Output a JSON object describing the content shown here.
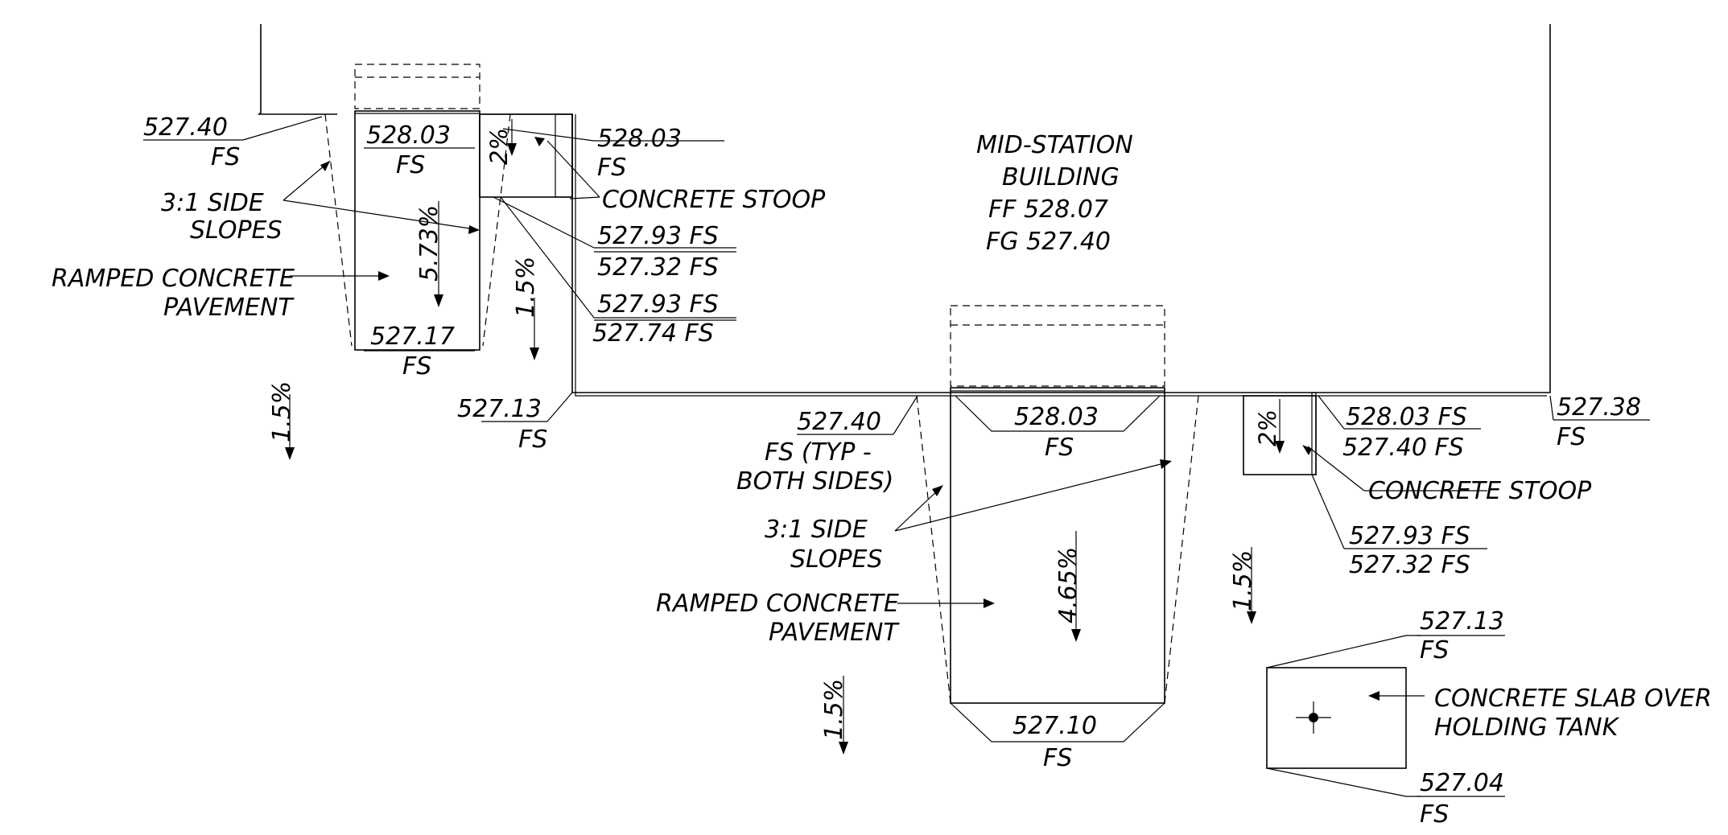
{
  "building": {
    "name_line1": "MID-STATION",
    "name_line2": "BUILDING",
    "ff": "FF 528.07",
    "fg": "FG 527.40"
  },
  "left_ramp": {
    "corner_top_left": "527.40",
    "corner_top_left_sub": "FS",
    "top_elev": "528.03",
    "top_elev_sub": "FS",
    "stoop_elev": "528.03",
    "stoop_elev_sub": "FS",
    "stoop_slope": "2%",
    "stoop_label": "CONCRETE STOOP",
    "side_slopes_1": "3:1 SIDE",
    "side_slopes_2": "SLOPES",
    "ramp_slope": "5.73%",
    "pavement_1": "RAMPED CONCRETE",
    "pavement_2": "PAVEMENT",
    "pair1_top": "527.93 FS",
    "pair1_bottom": "527.32 FS",
    "pair2_top": "527.93 FS",
    "pair2_bottom": "527.74 FS",
    "bottom_elev": "527.17",
    "bottom_elev_sub": "FS",
    "slope_a": "1.5%",
    "slope_b": "1.5%",
    "corner_elev": "527.13",
    "corner_elev_sub": "FS"
  },
  "center_ramp": {
    "side_elev": "527.40",
    "side_elev_sub": "FS (TYP -",
    "side_elev_sub2": "BOTH SIDES)",
    "top_elev": "528.03",
    "top_elev_sub": "FS",
    "side_slopes_1": "3:1 SIDE",
    "side_slopes_2": "SLOPES",
    "pavement_1": "RAMPED CONCRETE",
    "pavement_2": "PAVEMENT",
    "ramp_slope": "4.65%",
    "bottom_elev": "527.10",
    "bottom_elev_sub": "FS",
    "slope_left": "1.5%",
    "slope_right": "1.5%"
  },
  "right_stoop": {
    "slope": "2%",
    "top_pair1": "528.03 FS",
    "top_pair2": "527.40 FS",
    "corner_right": "527.38",
    "corner_right_sub": "FS",
    "label": "CONCRETE STOOP",
    "pair1": "527.93 FS",
    "pair2": "527.32 FS"
  },
  "slab": {
    "top_elev": "527.13",
    "top_elev_sub": "FS",
    "label_1": "CONCRETE SLAB OVER",
    "label_2": "HOLDING TANK",
    "bottom_elev": "527.04",
    "bottom_elev_sub": "FS"
  }
}
